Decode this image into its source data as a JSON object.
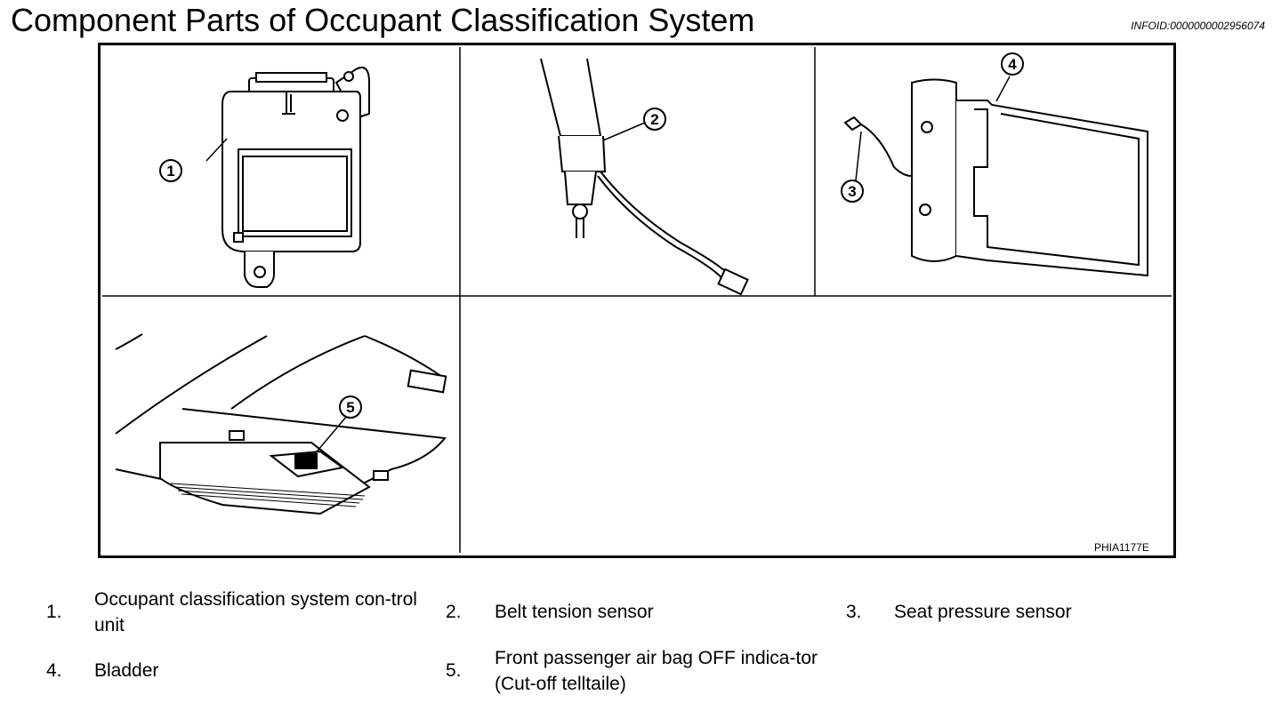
{
  "title": "Component Parts of Occupant Classification System",
  "info_id": "INFOID:0000000002956074",
  "figure": {
    "figure_id": "PHIA1177E",
    "callouts": [
      "1",
      "2",
      "3",
      "4",
      "5"
    ]
  },
  "legend": [
    {
      "number": "1.",
      "label": "Occupant classification system con-trol unit"
    },
    {
      "number": "2.",
      "label": "Belt tension sensor"
    },
    {
      "number": "3.",
      "label": "Seat pressure sensor"
    },
    {
      "number": "4.",
      "label": "Bladder"
    },
    {
      "number": "5.",
      "label": "Front passenger air bag OFF indica-tor (Cut-off telltaile)"
    }
  ]
}
